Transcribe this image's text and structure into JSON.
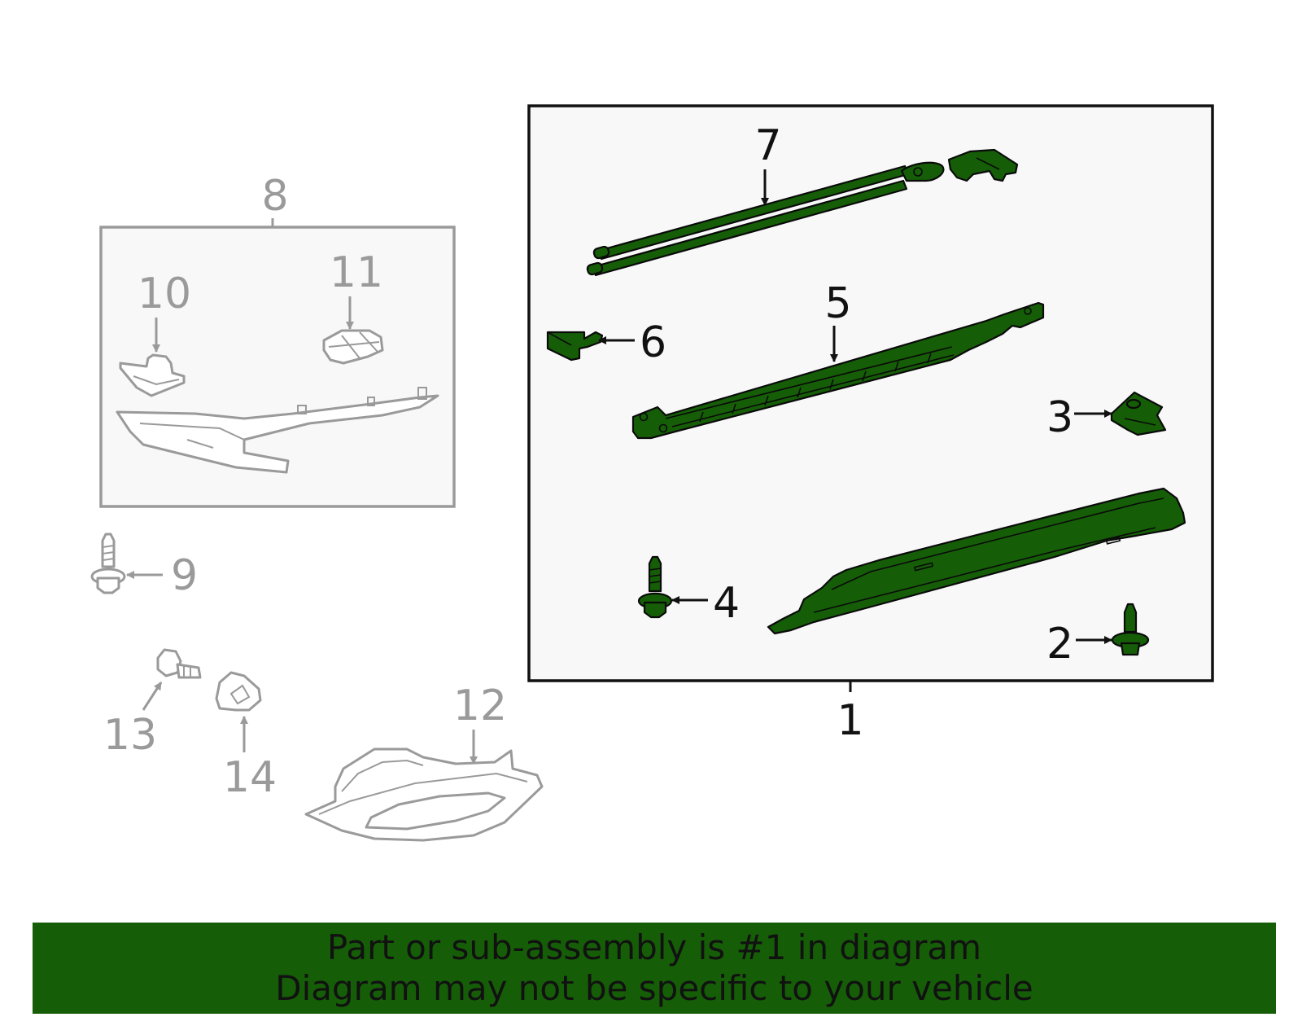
{
  "callouts": {
    "c1": "1",
    "c2": "2",
    "c3": "3",
    "c4": "4",
    "c5": "5",
    "c6": "6",
    "c7": "7",
    "c8": "8",
    "c9": "9",
    "c10": "10",
    "c11": "11",
    "c12": "12",
    "c13": "13",
    "c14": "14"
  },
  "banner": {
    "line1": "Part or sub-assembly is #1 in diagram",
    "line2": "Diagram may not be specific to your vehicle"
  },
  "colors": {
    "highlight_part": "#155e07",
    "banner_bg": "#155e07",
    "other_parts": "#9a9a9a",
    "box_bg": "#f8f8f8"
  }
}
